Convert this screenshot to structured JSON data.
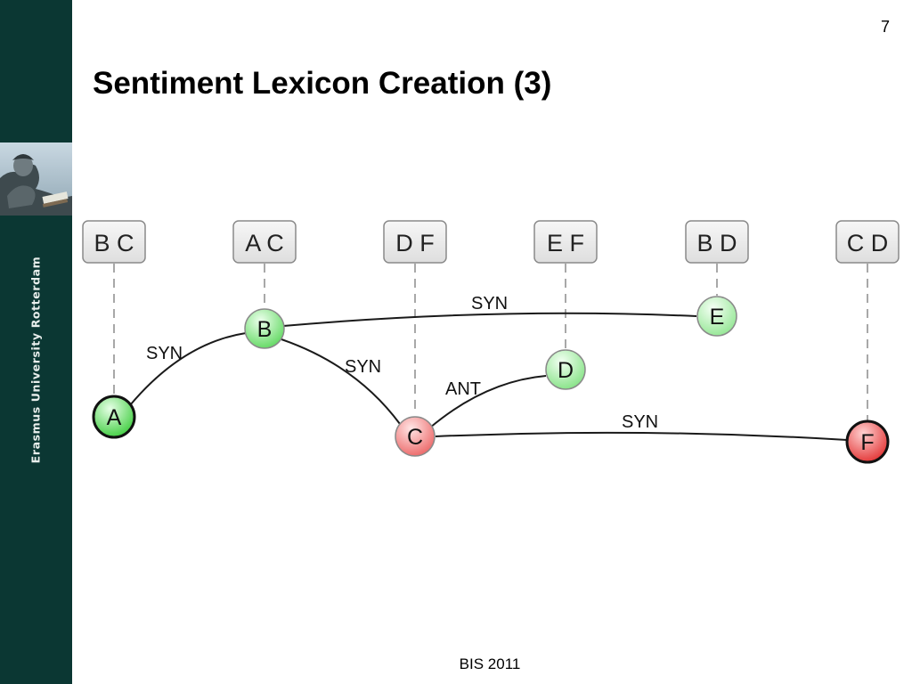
{
  "slide": {
    "page_number": "7",
    "title": "Sentiment Lexicon Creation (3)",
    "footer": "BIS 2011"
  },
  "sidebar": {
    "institution": "Erasmus University Rotterdam",
    "background_color": "#0b3733"
  },
  "diagram": {
    "boxes": [
      {
        "id": "box-1",
        "label": "B C"
      },
      {
        "id": "box-2",
        "label": "A C"
      },
      {
        "id": "box-3",
        "label": "D F"
      },
      {
        "id": "box-4",
        "label": "E F"
      },
      {
        "id": "box-5",
        "label": "B D"
      },
      {
        "id": "box-6",
        "label": "C D"
      }
    ],
    "nodes": [
      {
        "id": "A",
        "label": "A",
        "polarity": "positive",
        "color": "#4cd44c"
      },
      {
        "id": "B",
        "label": "B",
        "polarity": "positive",
        "color": "#6ee06e"
      },
      {
        "id": "C",
        "label": "C",
        "polarity": "negative",
        "color": "#f07070"
      },
      {
        "id": "D",
        "label": "D",
        "polarity": "positive",
        "color": "#8ee88e"
      },
      {
        "id": "E",
        "label": "E",
        "polarity": "positive",
        "color": "#9eec9e"
      },
      {
        "id": "F",
        "label": "F",
        "polarity": "negative",
        "color": "#e83a3a"
      }
    ],
    "edges": [
      {
        "from": "A",
        "to": "B",
        "label": "SYN"
      },
      {
        "from": "B",
        "to": "E",
        "label": "SYN"
      },
      {
        "from": "B",
        "to": "C",
        "label": "SYN"
      },
      {
        "from": "C",
        "to": "D",
        "label": "ANT"
      },
      {
        "from": "C",
        "to": "F",
        "label": "SYN"
      }
    ]
  }
}
